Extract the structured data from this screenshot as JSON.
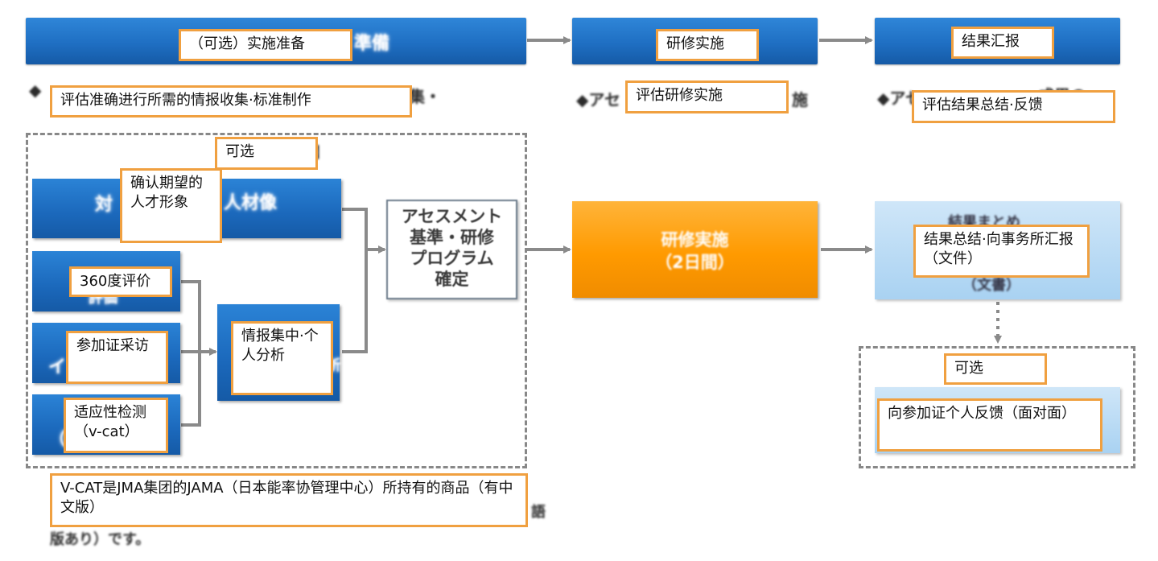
{
  "phases": {
    "prep_label": "（可选）实施准备",
    "training_label": "研修实施",
    "report_label": "结果汇报",
    "prep_jp_tail": "準備"
  },
  "subtitles": {
    "prep": "评估准确进行所需的情报收集·标准制作",
    "training": "评估研修实施",
    "report": "评估结果总结·反馈",
    "prep_jp_tail": "集・",
    "training_jp_head": "◆アセ",
    "training_jp_tail": "施",
    "report_jp_head": "◆アセ",
    "report_jp_tail": "成果の",
    "bullet": "◆"
  },
  "optional_group": {
    "label": "可选",
    "label_jp_tail": "ン】"
  },
  "boxes": {
    "ideal_person": "确认期望的人才形象",
    "ideal_person_jp_head": "対",
    "ideal_person_jp_tail": "人材像",
    "eval360": "360度评价",
    "eval360_jp": "評価",
    "interview": "参加证采访",
    "interview_jp": "イ",
    "aptitude": "适应性检测（v-cat）",
    "aptitude_jp": "（",
    "analysis": "情报集中·个人分析",
    "analysis_jp": "析",
    "assessment_standard": "アセスメント\n基準・研修\nプログラム\n確定",
    "training_execution": "研修実施\n（2日間）",
    "result_summary": "结果总结·向事务所汇报（文件）",
    "result_summary_jp_top": "結果まとめ",
    "result_summary_jp_bottom": "（文書）"
  },
  "feedback_group": {
    "label": "可选",
    "feedback": "向参加证个人反馈（面对面）"
  },
  "footnote": {
    "text": "V-CAT是JMA集团的JAMA（日本能率协管理中心）所持有的商品（有中文版）",
    "jp_tail": "版あり）です。",
    "jp_side": "語"
  }
}
